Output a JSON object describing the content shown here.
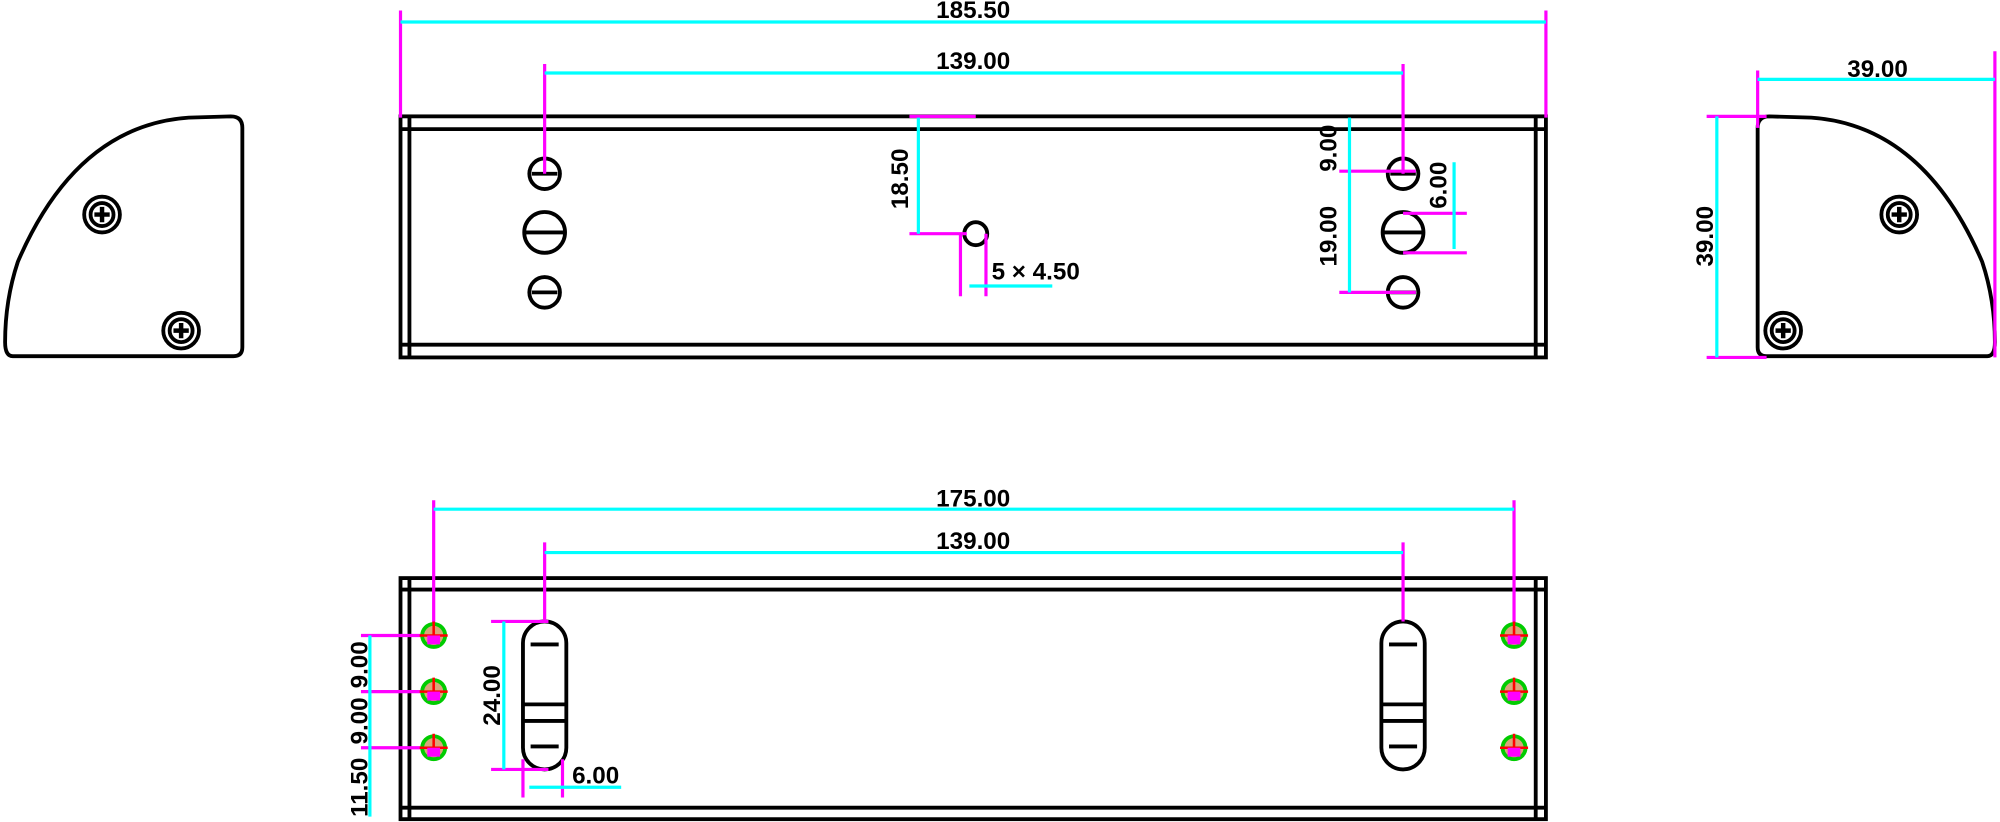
{
  "colors": {
    "outline": "#000000",
    "extension_line": "#ff00ff",
    "dimension_line": "#00ffff",
    "marker_ring": "#00cc00",
    "marker_fill": "#d9a57a",
    "marker_cross": "#ff0000"
  },
  "front_view": {
    "overall_length": "185.50",
    "hole_spacing": "139.00",
    "center_hole_offset": "18.50",
    "center_hole_spec": "5 × 4.50",
    "top_hole_offset": "9.00",
    "slot_width": "6.00",
    "hole_pitch": "19.00"
  },
  "side_view": {
    "width": "39.00",
    "height": "39.00"
  },
  "bottom_view": {
    "pin_spacing": "175.00",
    "slot_spacing": "139.00",
    "pin_pitch_1": "9.00",
    "pin_pitch_2": "9.00",
    "pin_edge_offset": "11.50",
    "slot_length": "24.00",
    "slot_width": "6.00"
  }
}
